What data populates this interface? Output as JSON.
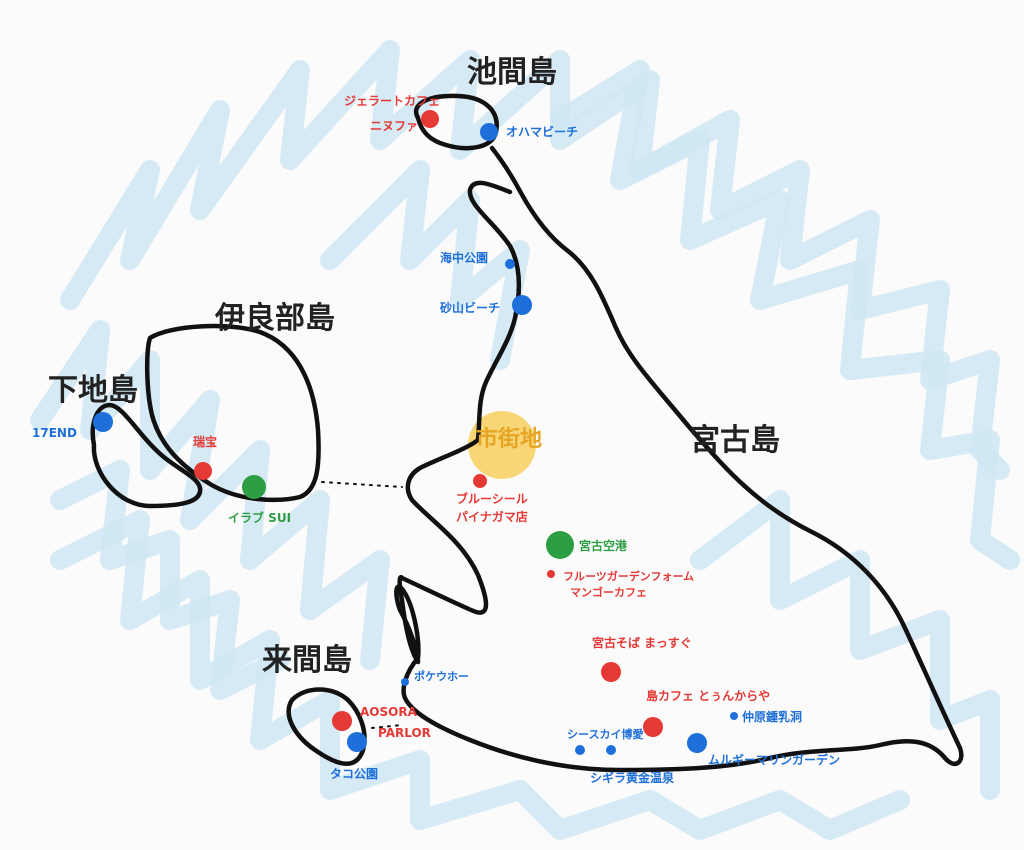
{
  "colors": {
    "sea": "#cfe6f3",
    "coast": "#111111",
    "restaurant": "#e53935",
    "sight": "#1e6fd9",
    "transport": "#2e9e44",
    "downtown": "#f7c948"
  },
  "islands": {
    "ikema": "池間島",
    "irabu": "伊良部島",
    "shimoji": "下地島",
    "kurima": "来間島",
    "miyako": "宮古島"
  },
  "downtown_label": "市街地",
  "places": {
    "gelato": [
      "ジェラートカフェ",
      "ニヌファ"
    ],
    "ohama": "オハマビーチ",
    "kaichu": "海中公園",
    "sunayama": [
      "砂山ビーチ"
    ],
    "seventeen_end": "17END",
    "zuisho": "瑞宝",
    "sui": "イラブ SUI",
    "bluseal": [
      "ブルーシール",
      "パイナガマ店"
    ],
    "airport": "宮古空港",
    "fruits": [
      "フルーツガーデンフォーム",
      "マンゴーカフェ"
    ],
    "soba": "宮古そば まっすぐ",
    "pokepoke": "ポケウホー",
    "aosora": [
      "AOSORA",
      "PARLOR"
    ],
    "tako": "タコ公園",
    "shimacafe": "島カフェ とぅんからや",
    "nakahara": "仲原鍾乳洞",
    "seaside": "シースカイ博愛",
    "shigira": "シギラ黄金温泉",
    "ueno": "ムルギーマリンガーデン"
  }
}
